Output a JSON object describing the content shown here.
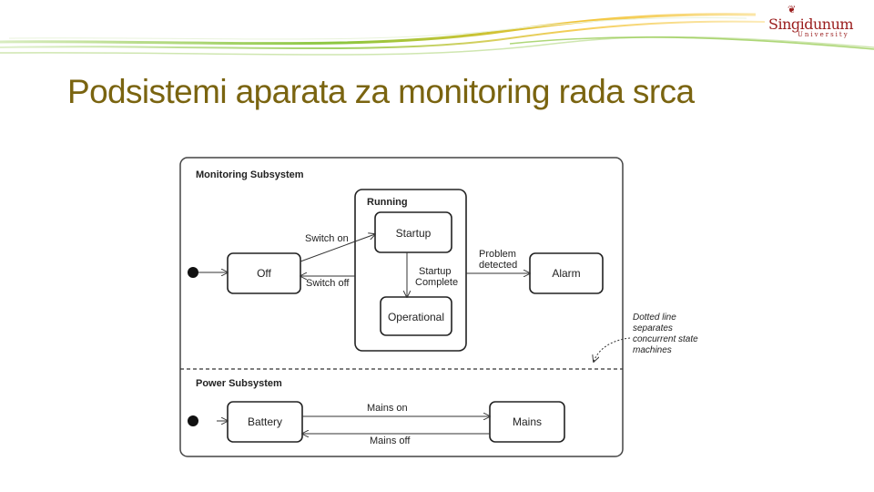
{
  "slide": {
    "title": "Podsistemi aparata za monitoring rada srca",
    "logo": {
      "name": "Singidunum",
      "subtitle": "University"
    },
    "colors": {
      "title": "#7a6410",
      "logo": "#9a1c1c",
      "swoosh_green": "#8cc63f",
      "swoosh_yellow": "#f2c12e"
    }
  },
  "diagram": {
    "regions": {
      "monitoring": "Monitoring Subsystem",
      "running": "Running",
      "power": "Power Subsystem"
    },
    "states": {
      "off": "Off",
      "startup": "Startup",
      "operational": "Operational",
      "alarm": "Alarm",
      "battery": "Battery",
      "mains": "Mains"
    },
    "transitions": {
      "switch_on": "Switch on",
      "switch_off": "Switch off",
      "startup_complete": [
        "Startup",
        "Complete"
      ],
      "problem_detected": [
        "Problem",
        "detected"
      ],
      "mains_on": "Mains on",
      "mains_off": "Mains off"
    },
    "note": [
      "Dotted line",
      "separates",
      "concurrent state",
      "machines"
    ]
  }
}
